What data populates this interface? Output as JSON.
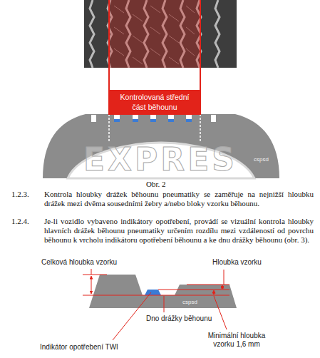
{
  "diagram": {
    "caption": "Obr. 2",
    "nodes": [
      {
        "text": [
          "Kontrolovaná střední část běhounu"
        ]
      }
    ],
    "labels": [
      "EXPRES",
      "cspsd",
      "1.2.3.",
      "Kontrola hloubky drážek běhounu pneumatiky se zaměřuje na nejnižší hloubku drážek mezi dvěma sousedními žebry a/nebo bloky vzorku běhounu.",
      "1.2.4.",
      "Je-li vozidlo vybaveno indikátory opotřebení, provádí se vizuální kontrola hloubky hlavních drážek běhounu pneumatiky určením rozdílu mezi vzdáleností od povrchu běhounu k vrcholu indikátoru opotřebení běhounu a ke dnu drážky běhounu (obr. 3).",
      "Celková hloubka vzorku",
      "Hloubka vzorku",
      "cspsd",
      "Dno drážky běhounu",
      "Indikátor opotřebení TWI",
      "Minimální hloubka vzorku 1,6 mm"
    ]
  }
}
